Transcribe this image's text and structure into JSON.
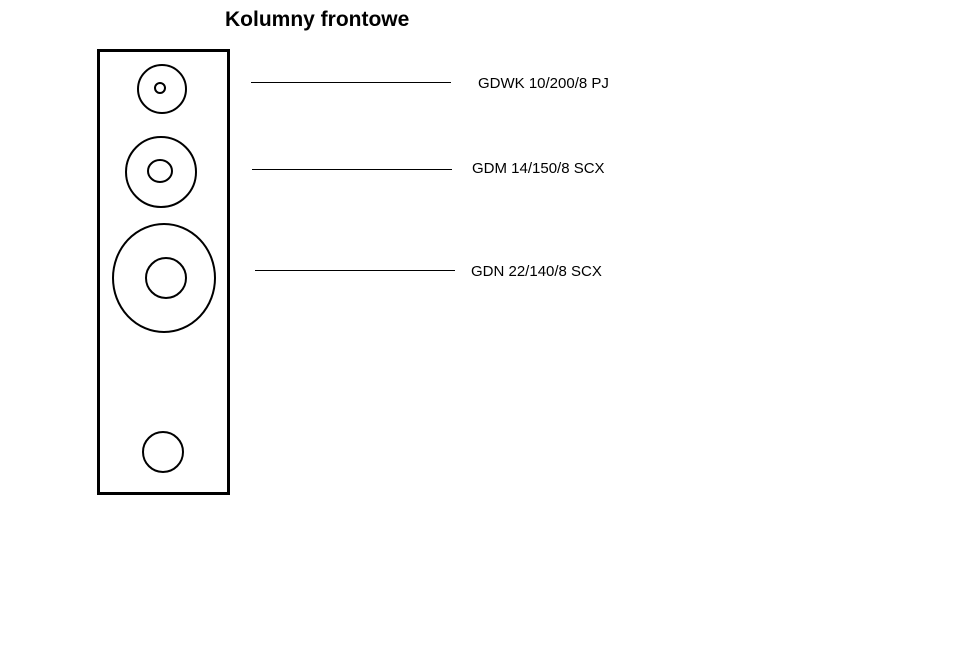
{
  "title": "Kolumny frontowe",
  "drivers": [
    {
      "label": "GDWK 10/200/8 PJ"
    },
    {
      "label": "GDM 14/150/8 SCX"
    },
    {
      "label": "GDN 22/140/8 SCX"
    }
  ]
}
